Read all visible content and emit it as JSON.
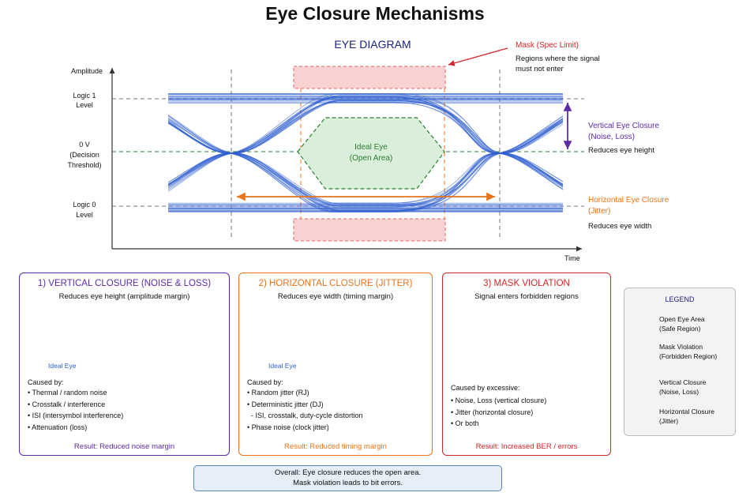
{
  "title": "Eye Closure Mechanisms",
  "diagram": {
    "heading": "EYE DIAGRAM",
    "y_axis_label": "Amplitude",
    "x_axis_label": "Time",
    "level_logic1_l1": "Logic 1",
    "level_logic1_l2": "Level",
    "level_zero_l1": "0 V",
    "level_zero_l2": "(Decision",
    "level_zero_l3": "Threshold)",
    "level_logic0_l1": "Logic 0",
    "level_logic0_l2": "Level",
    "ideal_eye_l1": "Ideal Eye",
    "ideal_eye_l2": "(Open Area)",
    "mask_title": "Mask (Spec Limit)",
    "mask_desc_l1": "Regions where the signal",
    "mask_desc_l2": "must not enter",
    "vertical_title_l1": "Vertical Eye Closure",
    "vertical_title_l2": "(Noise, Loss)",
    "vertical_desc": "Reduces eye height",
    "horizontal_title_l1": "Horizontal Eye Closure",
    "horizontal_title_l2": "(Jitter)",
    "horizontal_desc": "Reduces eye width"
  },
  "panels": {
    "vertical": {
      "title": "1) VERTICAL CLOSURE (NOISE & LOSS)",
      "subtitle": "Reduces eye height (amplitude margin)",
      "ideal_label": "Ideal Eye",
      "causes_heading": "Caused by:",
      "causes": [
        "Thermal / random noise",
        "Crosstalk / interference",
        "ISI (intersymbol interference)",
        "Attenuation (loss)"
      ],
      "result": "Result: Reduced noise margin"
    },
    "horizontal": {
      "title": "2) HORIZONTAL CLOSURE (JITTER)",
      "subtitle": "Reduces eye width (timing margin)",
      "ideal_label": "Ideal Eye",
      "causes_heading": "Caused by:",
      "causes": [
        "Random jitter (RJ)",
        "Deterministic jitter (DJ)",
        "- ISI, crosstalk, duty-cycle distortion",
        "Phase noise (clock jitter)"
      ],
      "result": "Result: Reduced timing margin"
    },
    "mask": {
      "title": "3) MASK VIOLATION",
      "subtitle": "Signal enters forbidden regions",
      "causes_heading": "Caused by excessive:",
      "causes": [
        "Noise, Loss (vertical closure)",
        "Jitter (horizontal closure)",
        "Or both"
      ],
      "result": "Result: Increased BER / errors"
    }
  },
  "legend": {
    "title": "LEGEND",
    "items": [
      {
        "label": "Open Eye Area\n(Safe Region)"
      },
      {
        "label": "Mask Violation\n(Forbidden Region)"
      },
      {
        "label": "Vertical Closure\n(Noise, Loss)"
      },
      {
        "label": "Horizontal Closure\n(Jitter)"
      }
    ]
  },
  "overall_l1": "Overall: Eye closure reduces the open area.",
  "overall_l2": "Mask violation leads to bit errors.",
  "colors": {
    "trace": "#2f5fd0",
    "purple": "#5b2ca3",
    "orange": "#e8731a",
    "red": "#d02828",
    "green": "#2e7d32",
    "navy": "#1a237e"
  }
}
